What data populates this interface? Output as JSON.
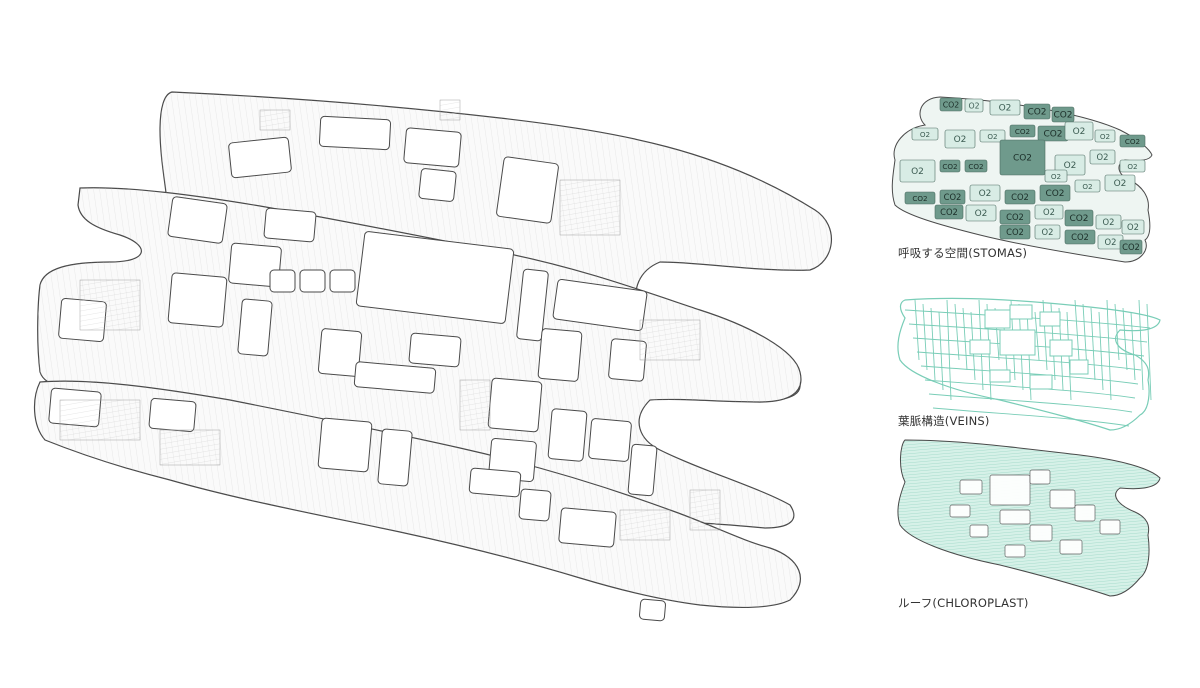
{
  "diagrams": {
    "stomas": {
      "caption": "呼吸する空間(STOMAS)",
      "labels": [
        "CO2",
        "O2",
        "O2",
        "CO2",
        "CO2",
        "O2",
        "O2",
        "O2",
        "CO2",
        "CO2",
        "O2",
        "O2",
        "CO2",
        "O2",
        "CO2",
        "CO2",
        "CO2",
        "O2",
        "O2",
        "O2",
        "CO2",
        "CO2",
        "O2",
        "CO2",
        "CO2",
        "O2",
        "O2",
        "CO2",
        "O2",
        "CO2",
        "O2",
        "CO2",
        "O2",
        "O2",
        "CO2",
        "O2",
        "CO2",
        "O2",
        "CO2",
        "O2"
      ]
    },
    "veins": {
      "caption": "葉脈構造(VEINS)"
    },
    "chloroplast": {
      "caption": "ルーフ(CHLOROPLAST)"
    }
  },
  "colors": {
    "accent": "#8fd0bd",
    "accent_dark": "#3f8f7a",
    "vein_stroke": "#79cdb7",
    "outline": "#4a4a4a",
    "hatch": "#bdbdbd",
    "block_fill": "#ffffff",
    "stomas_dark": "#6f9a8c",
    "stomas_light": "#d8ece5"
  }
}
